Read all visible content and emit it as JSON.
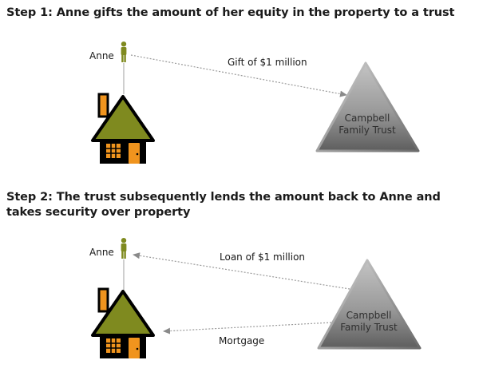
{
  "step1": {
    "heading": "Step 1: Anne gifts the amount of her equity in the property to a trust",
    "person_label": "Anne",
    "arrow_label": "Gift of $1 million",
    "trust_line1": "Campbell",
    "trust_line2": "Family Trust"
  },
  "step2": {
    "heading": "Step 2: The trust subsequently lends the amount back to Anne and takes security over property",
    "person_label": "Anne",
    "loan_label": "Loan of $1 million",
    "mortgage_label": "Mortgage",
    "trust_line1": "Campbell",
    "trust_line2": "Family Trust"
  },
  "colors": {
    "person": "#7f8a1f",
    "roof": "#7f8a1f",
    "house_body": "#000000",
    "window": "#f0941e",
    "door": "#f0941e",
    "trust": "#8c8c8c",
    "arrow": "#9a9a9a"
  },
  "icons": {
    "person": "person-icon",
    "house": "house-icon",
    "trust": "trust-triangle-icon"
  }
}
